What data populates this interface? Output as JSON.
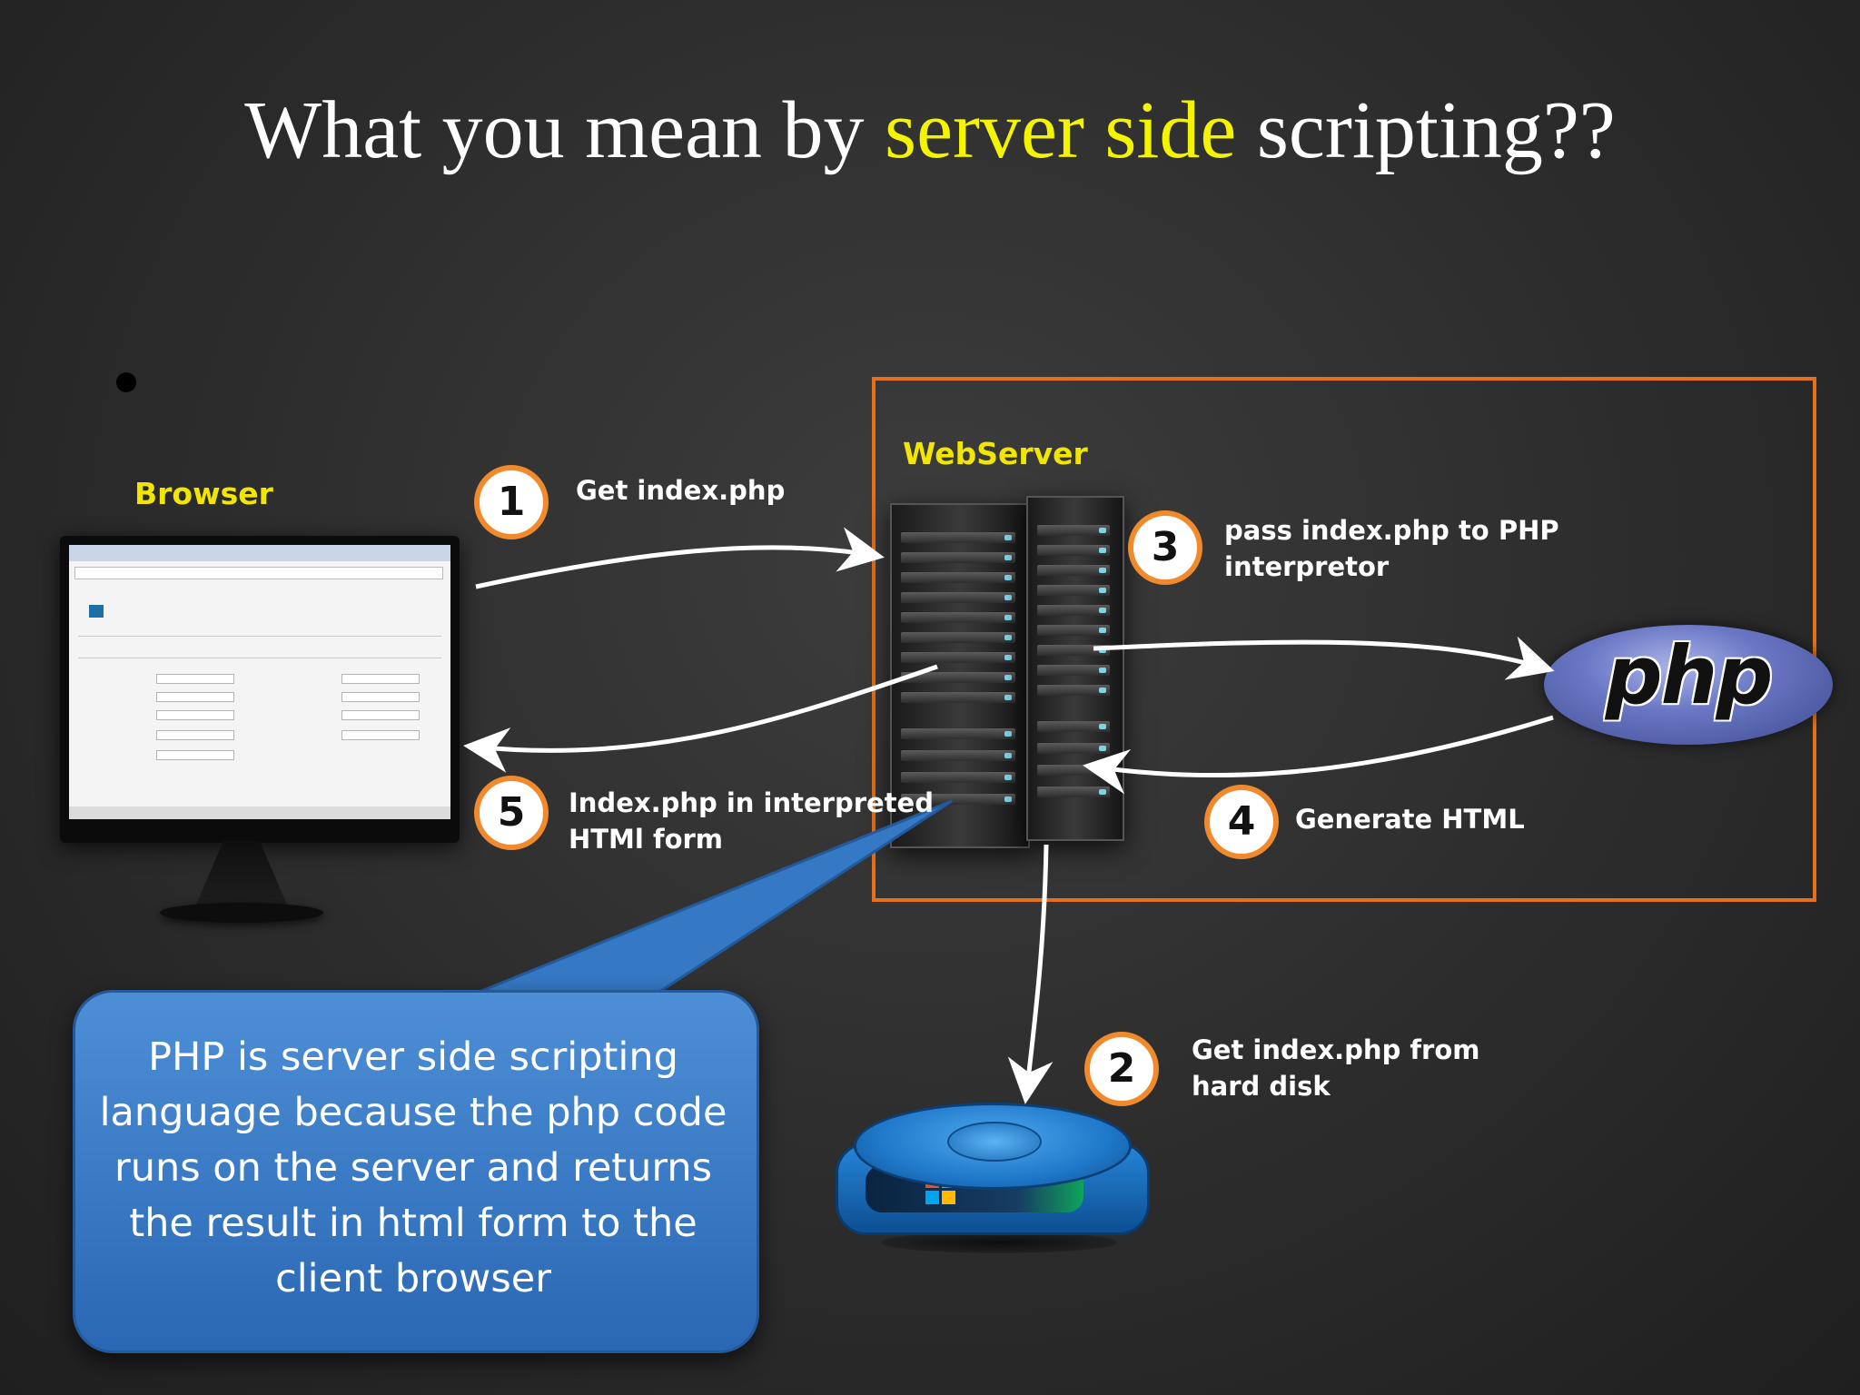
{
  "slide": {
    "title": {
      "prefix": "What you mean by ",
      "highlight": "server side",
      "suffix": " scripting??"
    }
  },
  "labels": {
    "browser": "Browser",
    "webserver": "WebServer"
  },
  "steps": [
    {
      "number": "1",
      "lines": [
        "Get index.php"
      ]
    },
    {
      "number": "2",
      "lines": [
        "Get index.php from",
        "hard disk"
      ]
    },
    {
      "number": "3",
      "lines": [
        "pass index.php  to PHP",
        "interpretor"
      ]
    },
    {
      "number": "4",
      "lines": [
        "Generate HTML"
      ]
    },
    {
      "number": "5",
      "lines": [
        "Index.php in interpreted",
        "HTMl form"
      ]
    }
  ],
  "php_logo": {
    "text": "php"
  },
  "callout": {
    "lines": [
      "PHP is server side scripting",
      "language because the php code",
      "runs on the server and returns",
      "the result in html form to the",
      "client browser"
    ]
  },
  "colors": {
    "highlight": "#f4f400",
    "label_yellow": "#f2e600",
    "box_orange": "#e5711c",
    "badge_orange": "#f08a2c",
    "callout_blue": "#3a7bc8"
  },
  "icons": [
    "monitor-icon",
    "server-rack-icon",
    "php-logo-icon",
    "hard-disk-icon",
    "windows-logo-icon"
  ]
}
